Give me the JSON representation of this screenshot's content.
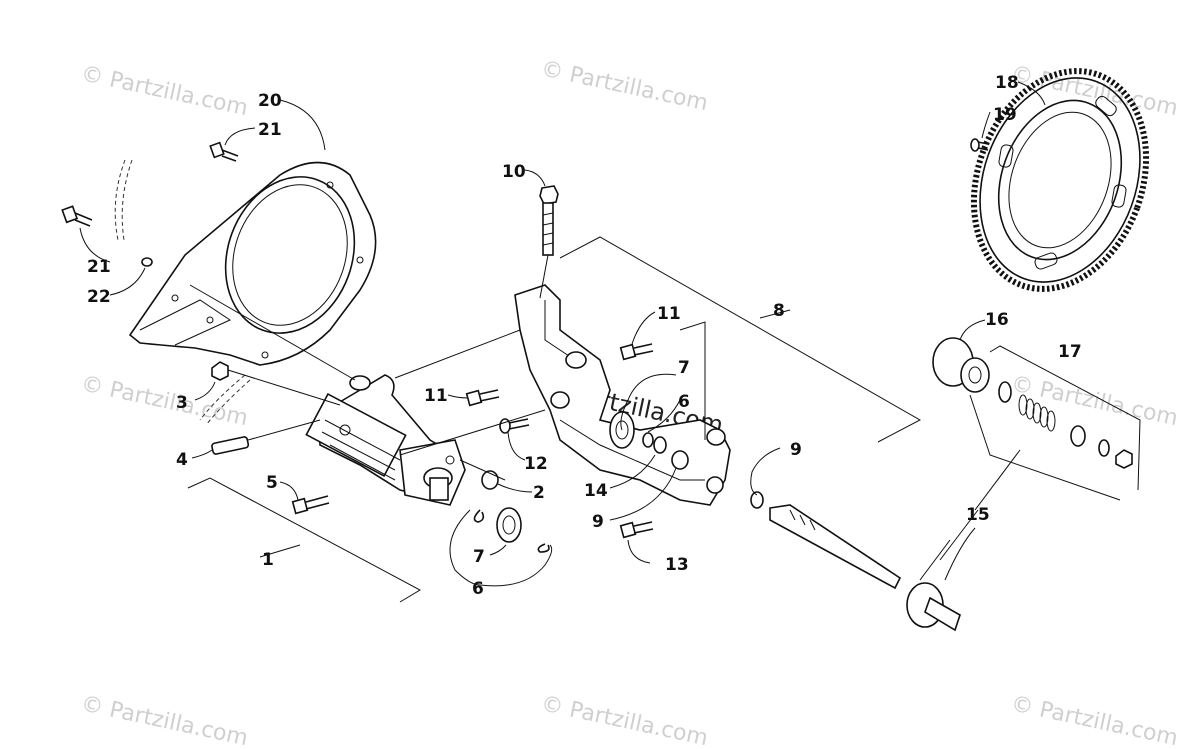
{
  "watermark": {
    "text": "© Partzilla.com",
    "color": "#cfcfcf"
  },
  "callouts": [
    {
      "id": "c1",
      "label": "1"
    },
    {
      "id": "c2",
      "label": "2"
    },
    {
      "id": "c3",
      "label": "3"
    },
    {
      "id": "c4",
      "label": "4"
    },
    {
      "id": "c5",
      "label": "5"
    },
    {
      "id": "c6a",
      "label": "6"
    },
    {
      "id": "c6b",
      "label": "6"
    },
    {
      "id": "c7a",
      "label": "7"
    },
    {
      "id": "c7b",
      "label": "7"
    },
    {
      "id": "c8",
      "label": "8"
    },
    {
      "id": "c9a",
      "label": "9"
    },
    {
      "id": "c9b",
      "label": "9"
    },
    {
      "id": "c10",
      "label": "10"
    },
    {
      "id": "c11a",
      "label": "11"
    },
    {
      "id": "c11b",
      "label": "11"
    },
    {
      "id": "c12",
      "label": "12"
    },
    {
      "id": "c13",
      "label": "13"
    },
    {
      "id": "c14",
      "label": "14"
    },
    {
      "id": "c15",
      "label": "15"
    },
    {
      "id": "c16",
      "label": "16"
    },
    {
      "id": "c17",
      "label": "17"
    },
    {
      "id": "c18",
      "label": "18"
    },
    {
      "id": "c19",
      "label": "19"
    },
    {
      "id": "c20",
      "label": "20"
    },
    {
      "id": "c21a",
      "label": "21"
    },
    {
      "id": "c21b",
      "label": "21"
    },
    {
      "id": "c22",
      "label": "22"
    }
  ]
}
